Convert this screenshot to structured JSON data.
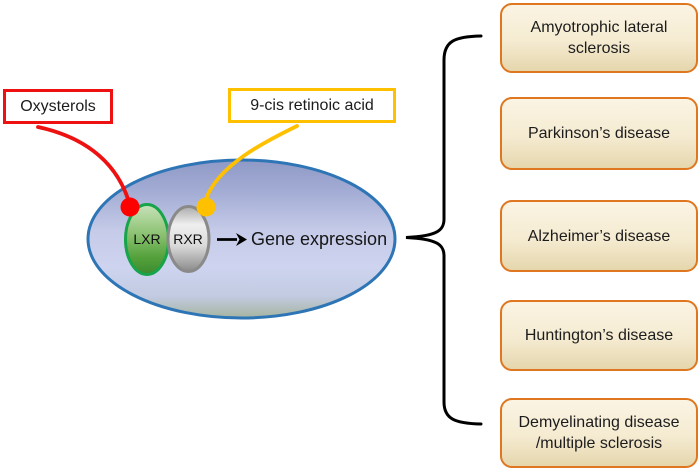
{
  "figure": {
    "ligand_labels": [
      {
        "label": "Oxysterols",
        "border_color": "#EE1111"
      },
      {
        "label": "9-cis retinoic acid",
        "border_color": "#FFC000"
      }
    ],
    "cell": {
      "border_color": "#2E75B6",
      "receptors": [
        {
          "label": "LXR",
          "border_color": "#17A44B",
          "ligand_dot_color": "#FF0000"
        },
        {
          "label": "RXR",
          "border_color": "#8A8A8A",
          "ligand_dot_color": "#FFC000"
        }
      ],
      "arrow_label": "Gene expression"
    },
    "brace_color": "#000000",
    "diseases": [
      {
        "label": "Amyotrophic lateral sclerosis"
      },
      {
        "label": "Parkinson’s disease"
      },
      {
        "label": "Alzheimer’s disease"
      },
      {
        "label": "Huntington’s disease"
      },
      {
        "label": "Demyelinating disease /multiple sclerosis"
      }
    ],
    "disease_box": {
      "border_color": "#DE771F",
      "fill_top": "#FBF4E4",
      "fill_bottom": "#E5D6AC"
    }
  }
}
